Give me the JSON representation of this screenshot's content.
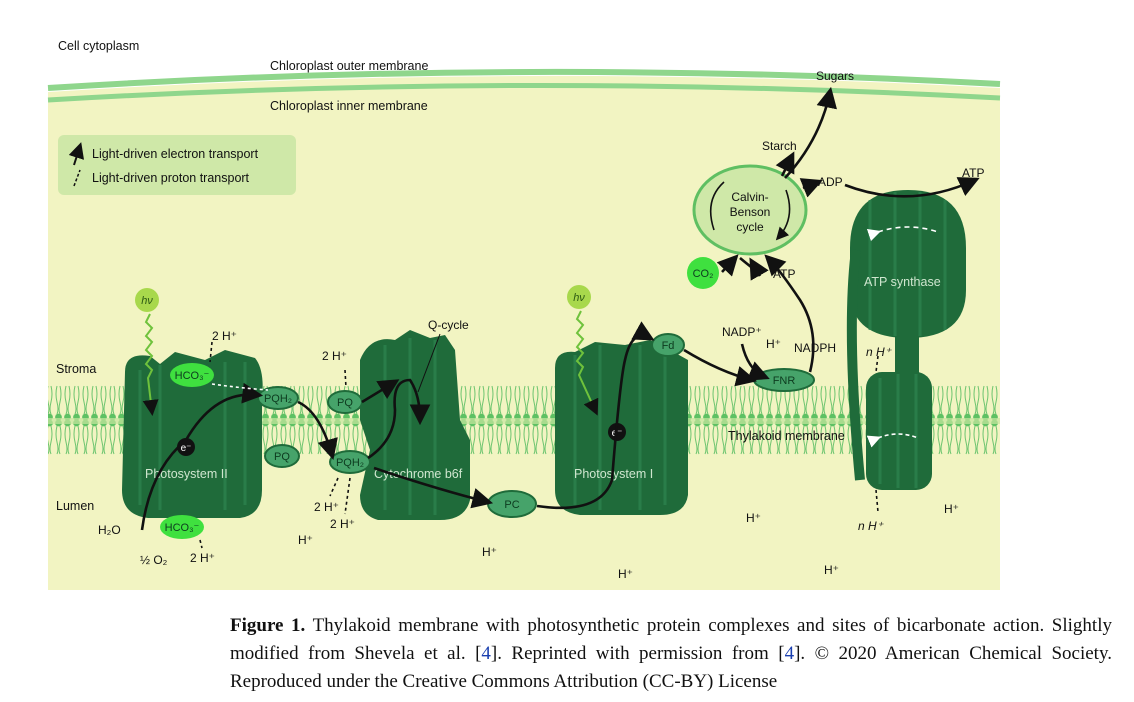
{
  "labels": {
    "cell_cytoplasm": "Cell cytoplasm",
    "outer_membrane": "Chloroplast outer membrane",
    "inner_membrane": "Chloroplast inner membrane",
    "stroma": "Stroma",
    "lumen": "Lumen",
    "thylakoid_membrane": "Thylakoid membrane",
    "photosystem_ii": "Photosystem II",
    "cytochrome": "Cytochrome b6f",
    "photosystem_i": "Photosystem I",
    "atp_synthase": "ATP synthase",
    "calvin_1": "Calvin-",
    "calvin_2": "Benson",
    "calvin_3": "cycle",
    "q_cycle": "Q-cycle",
    "sugars": "Sugars",
    "starch": "Starch",
    "adp": "ADP",
    "atp_top": "ATP",
    "atp_calvin": "ATP",
    "nadp": "NADP⁺",
    "nadph": "NADPH",
    "h_fnr": "H⁺",
    "fnr": "FNR",
    "fd": "Fd",
    "pc": "PC",
    "pq_stroma": "PQ",
    "pq_free": "PQ",
    "pqh2_top": "PQH₂",
    "pqh2_lumen": "PQH₂",
    "hco3_top": "HCO₃⁻",
    "hco3_bottom": "HCO₃⁻",
    "co2": "CO₂",
    "hv_1": "hν",
    "hv_2": "hν",
    "e_1": "e⁻",
    "e_2": "e⁻",
    "two_h_psii_top": "2 H⁺",
    "two_h_cyt_top": "2 H⁺",
    "two_h_cyt_bottom_1": "2 H⁺",
    "two_h_cyt_bottom_2": "2 H⁺",
    "two_h_psii_bottom": "2 H⁺",
    "h2o": "H₂O",
    "half_o2": "½ O₂",
    "nh_stroma": "n H⁺",
    "nh_lumen": "n H⁺",
    "h_lumen_1": "H⁺",
    "h_lumen_2": "H⁺",
    "h_lumen_3": "H⁺",
    "h_lumen_4": "H⁺",
    "h_lumen_5": "H⁺",
    "h_lumen_6": "H⁺"
  },
  "legend": {
    "electron": "Light-driven electron transport",
    "proton": "Light-driven proton transport"
  },
  "caption": {
    "label": "Figure 1.",
    "text_1": "Thylakoid membrane with photosynthetic protein complexes and sites of bicarbonate action. Slightly modified from Shevela et al. [",
    "ref_1": "4",
    "text_2": "]. Reprinted with permission from [",
    "ref_2": "4",
    "text_3": "]. © 2020 American Chemical Society. Reproduced under the Creative Commons Attribution (CC-BY) License"
  },
  "colors": {
    "stroma_bg": "#f2f4c2",
    "membrane_green": "#7ccf7a",
    "protein_dark": "#1f6b3a",
    "protein_light": "#46a36a",
    "hco3_green": "#3fe03f"
  }
}
